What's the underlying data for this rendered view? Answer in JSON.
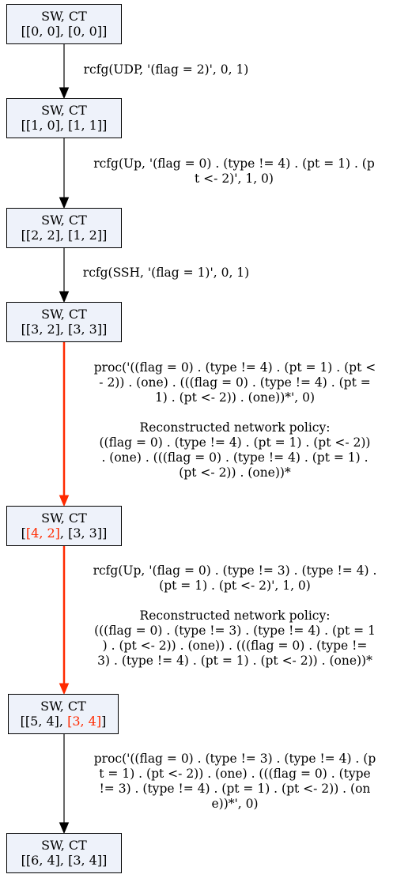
{
  "nodes": [
    {
      "title": "SW, CT",
      "state_a": "[0, 0]",
      "state_b": "[0, 0]",
      "hl_a": false,
      "hl_b": false
    },
    {
      "title": "SW, CT",
      "state_a": "[1, 0]",
      "state_b": "[1, 1]",
      "hl_a": false,
      "hl_b": false
    },
    {
      "title": "SW, CT",
      "state_a": "[2, 2]",
      "state_b": "[1, 2]",
      "hl_a": false,
      "hl_b": false
    },
    {
      "title": "SW, CT",
      "state_a": "[3, 2]",
      "state_b": "[3, 3]",
      "hl_a": false,
      "hl_b": false
    },
    {
      "title": "SW, CT",
      "state_a": "[4, 2]",
      "state_b": "[3, 3]",
      "hl_a": true,
      "hl_b": false
    },
    {
      "title": "SW, CT",
      "state_a": "[5, 4]",
      "state_b": "[3, 4]",
      "hl_a": false,
      "hl_b": true
    },
    {
      "title": "SW, CT",
      "state_a": "[6, 4]",
      "state_b": "[3, 4]",
      "hl_a": false,
      "hl_b": false
    }
  ],
  "edges": [
    {
      "highlighted": false,
      "lines": [
        "rcfg(UDP, '(flag = 2)', 0, 1)"
      ]
    },
    {
      "highlighted": false,
      "lines": [
        "rcfg(Up, '(flag = 0) . (type != 4) . (pt = 1) . (p",
        "t <- 2)', 1, 0)"
      ]
    },
    {
      "highlighted": false,
      "lines": [
        "rcfg(SSH, '(flag = 1)', 0, 1)"
      ]
    },
    {
      "highlighted": true,
      "lines": [
        "proc('((flag = 0) . (type != 4) . (pt = 1) . (pt <",
        "- 2)) . (one) . (((flag = 0) . (type != 4) . (pt =",
        "1) . (pt <- 2)) . (one))*', 0)",
        "",
        "Reconstructed network policy:",
        "((flag = 0) . (type != 4) . (pt = 1) . (pt <- 2))",
        ". (one) . (((flag = 0) . (type != 4) . (pt = 1) .",
        "(pt <- 2)) . (one))*"
      ]
    },
    {
      "highlighted": true,
      "lines": [
        "rcfg(Up, '(flag = 0) . (type != 3) . (type != 4) .",
        "(pt = 1) . (pt <- 2)', 1, 0)",
        "",
        "Reconstructed network policy:",
        "(((flag = 0) . (type != 3) . (type != 4) . (pt = 1",
        ") . (pt <- 2)) . (one)) . (((flag = 0) . (type !=",
        "3) . (type != 4) . (pt = 1) . (pt <- 2)) . (one))*"
      ]
    },
    {
      "highlighted": false,
      "lines": [
        "proc('((flag = 0) . (type != 3) . (type != 4) . (p",
        "t = 1) . (pt <- 2)) . (one) . (((flag = 0) . (type",
        "!= 3) . (type != 4) . (pt = 1) . (pt <- 2)) . (on",
        "e))*', 0)"
      ]
    }
  ],
  "colors": {
    "node_fill": "#eef2fa",
    "edge": "#000000",
    "highlight": "#ff2a00"
  }
}
